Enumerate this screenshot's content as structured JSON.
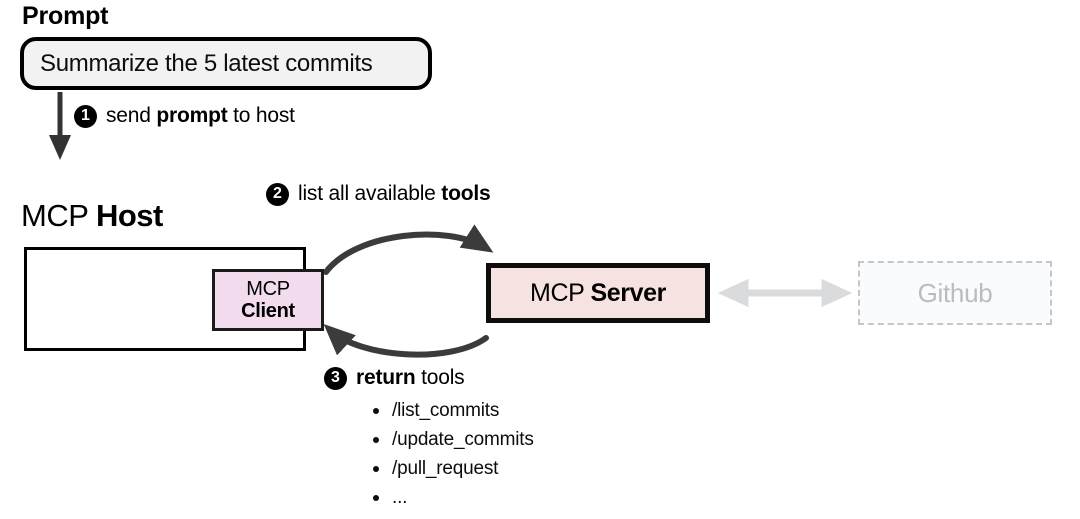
{
  "diagram": {
    "title_prompt": "Prompt",
    "prompt_value": "Summarize the 5 latest commits",
    "host": {
      "label_plain": "MCP ",
      "label_bold": "Host"
    },
    "client": {
      "line1": "MCP",
      "line2": "Client"
    },
    "server": {
      "label_plain": "MCP ",
      "label_bold": "Server"
    },
    "external": {
      "label": "Github"
    },
    "steps": [
      {
        "number": "1",
        "text_before": "send ",
        "text_bold": "prompt",
        "text_after": " to host"
      },
      {
        "number": "2",
        "text_before": "list all available ",
        "text_bold": "tools",
        "text_after": ""
      },
      {
        "number": "3",
        "text_before": "",
        "text_bold": "return",
        "text_after": " tools"
      }
    ],
    "tools": [
      "/list_commits",
      "/update_commits",
      "/pull_request",
      "..."
    ],
    "colors": {
      "stroke_black": "#000000",
      "arrow_dark": "#3b3b3b",
      "arrow_light": "#d9dbdd",
      "client_fill": "#f2dcee",
      "server_fill": "#f6e3e1",
      "prompt_fill": "#f2f2f2",
      "muted_text": "#b9bdc1",
      "dashed_border": "#c3c7cb"
    }
  }
}
